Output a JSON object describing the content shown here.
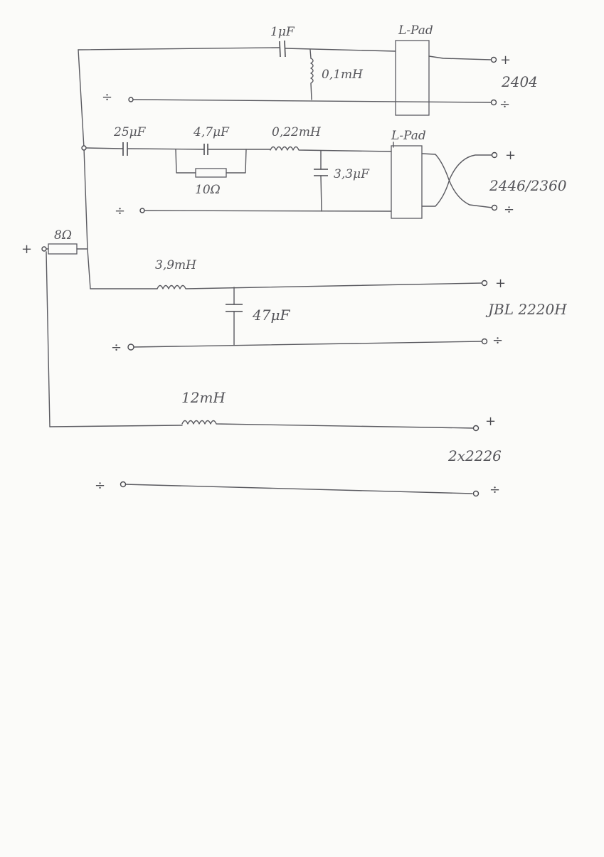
{
  "labels": {
    "cap_1uf": "1μF",
    "ind_01mh": "0,1mH",
    "lpad_1": "L-Pad",
    "driver_2404": "2404",
    "cap_25uf": "25μF",
    "cap_47uf_small": "4,7μF",
    "ind_022mh": "0,22mH",
    "lpad_2": "L-Pad",
    "res_10": "10Ω",
    "cap_33uf": "3,3μF",
    "driver_2446": "2446/2360",
    "res_8": "8Ω",
    "ind_39mh": "3,9mH",
    "cap_47uf": "47μF",
    "driver_2220": "JBL 2220H",
    "ind_12mh": "12mH",
    "driver_2226": "2x2226"
  },
  "signs": {
    "plus": "+",
    "minus": "÷"
  }
}
